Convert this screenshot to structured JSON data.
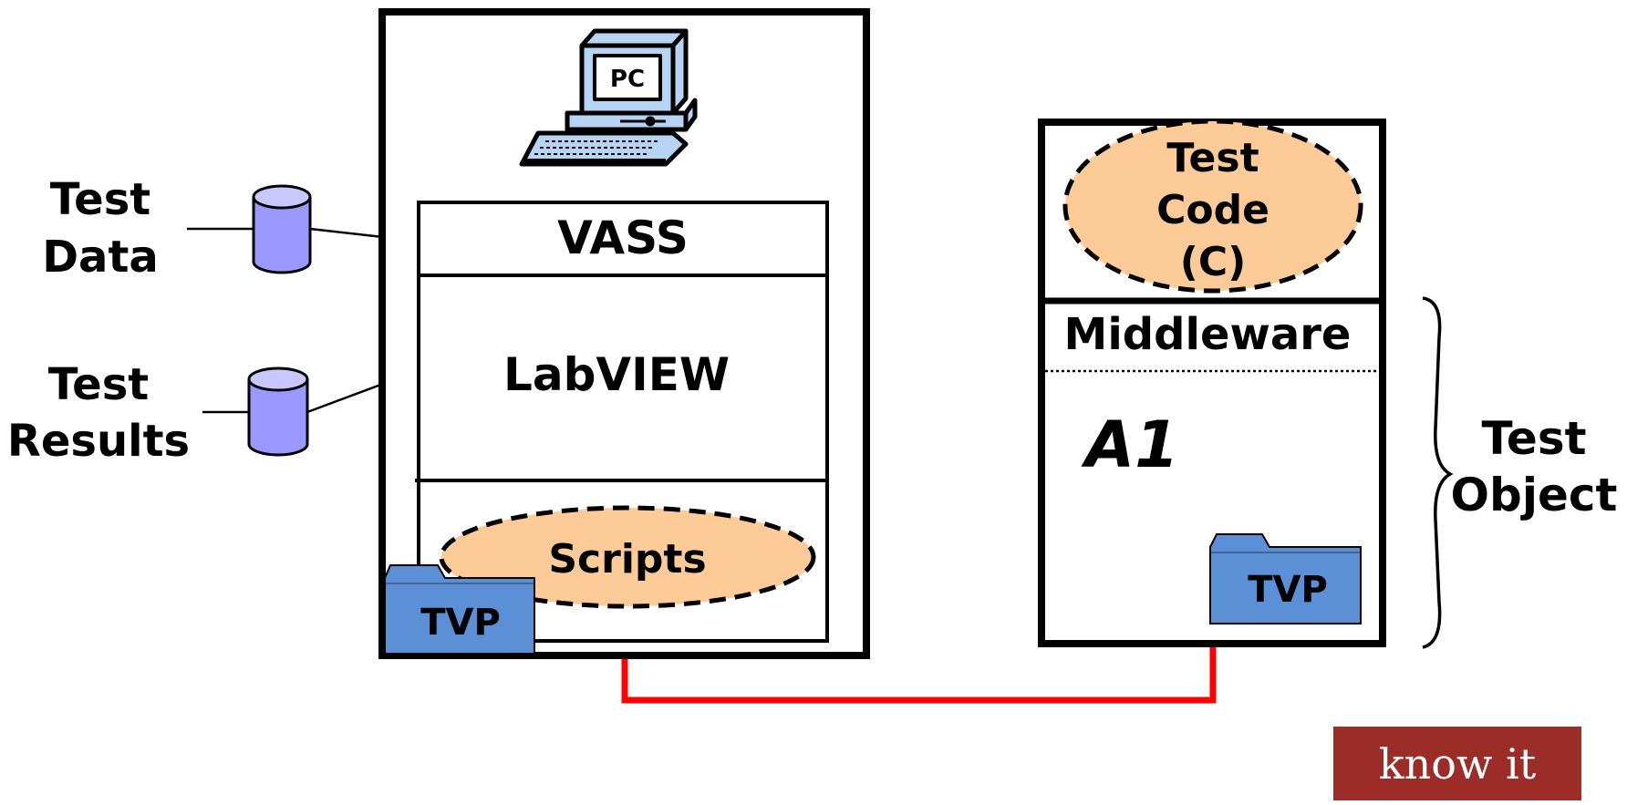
{
  "left_labels": {
    "test_data": [
      "Test",
      "Data"
    ],
    "test_results": [
      "Test",
      "Results"
    ]
  },
  "pc_box": {
    "pc_label": "PC",
    "vass_label": "VASS",
    "labview_label": "LabVIEW",
    "scripts_label": "Scripts",
    "tvp_label": "TVP"
  },
  "target_box": {
    "test_code_label": [
      "Test",
      "Code",
      "(C)"
    ],
    "middleware_label": "Middleware",
    "a1_label": "A1",
    "tvp_label": "TVP"
  },
  "right_labels": {
    "test_object": [
      "Test",
      "Object"
    ]
  },
  "logo": {
    "text": "know it"
  },
  "colors": {
    "cylinder_fill": "#9999ff",
    "ellipse_fill": "#fccb97",
    "folder_fill": "#5b8fd6",
    "connector": "#ff0000",
    "logo_bg": "#9b2c27",
    "pc_body": "#b8d4f5"
  }
}
